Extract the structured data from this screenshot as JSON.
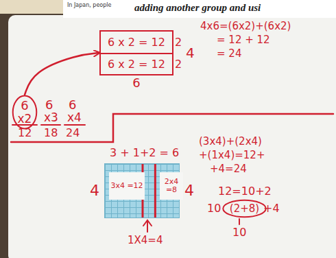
{
  "diagram": {
    "nodes": [
      {
        "text": [
          "4",
          "6"
        ]
      },
      {
        "text": [
          "6 x 2 = 12",
          "2"
        ],
        "in": 0
      },
      {
        "text": [
          "6 x 2 = 12",
          "2"
        ],
        "in": 0
      },
      {
        "text": [
          "6",
          "x2"
        ]
      },
      {
        "text": [
          "4",
          "4"
        ]
      },
      {
        "text": [
          "3x4 =12"
        ],
        "in": 4
      },
      {
        "text": [
          "2x4 =8"
        ],
        "in": 4
      },
      {
        "text": [
          "(2+8)"
        ]
      }
    ],
    "edges": [
      {
        "from": 3,
        "to": 0,
        "arrow": "to"
      }
    ],
    "labels": [
      "In Japan, people",
      "adding another group and usi",
      "4x6=(6x2)+(6x2)",
      "= 12 + 12",
      "= 24",
      "12",
      "6",
      "x3",
      "18",
      "6",
      "x4",
      "24",
      "3 + 1+2 = 6",
      "(3x4)+(2x4)",
      "+(1x4)=12+",
      "+4=24",
      "1X4=4",
      "12=10+2",
      "10",
      "+4",
      "10"
    ]
  }
}
